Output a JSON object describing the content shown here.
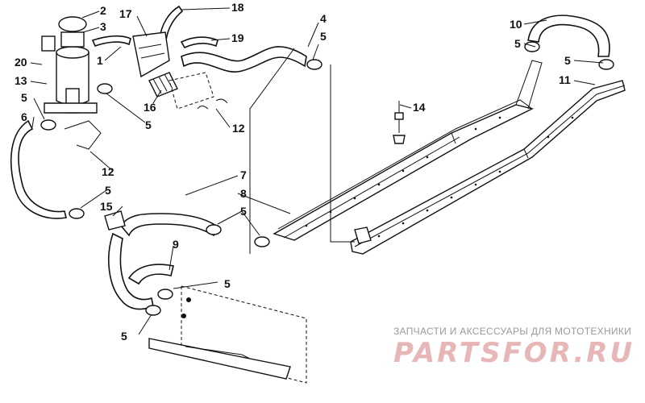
{
  "diagram": {
    "callouts": {
      "c1": "1",
      "c2": "2",
      "c3": "3",
      "c4": "4",
      "c5a": "5",
      "c5b": "5",
      "c5c": "5",
      "c5d": "5",
      "c5e": "5",
      "c5f": "5",
      "c5g": "5",
      "c5h": "5",
      "c5i": "5",
      "c6": "6",
      "c7": "7",
      "c8": "8",
      "c9": "9",
      "c10": "10",
      "c11": "11",
      "c12a": "12",
      "c12b": "12",
      "c13": "13",
      "c14": "14",
      "c15": "15",
      "c16": "16",
      "c17": "17",
      "c18": "18",
      "c19": "19",
      "c20": "20"
    }
  },
  "watermark": {
    "subtitle": "ЗАПЧАСТИ И АКСЕССУАРЫ ДЛЯ МОТОТЕХНИКИ",
    "brand": "PARTSFOR.RU"
  }
}
